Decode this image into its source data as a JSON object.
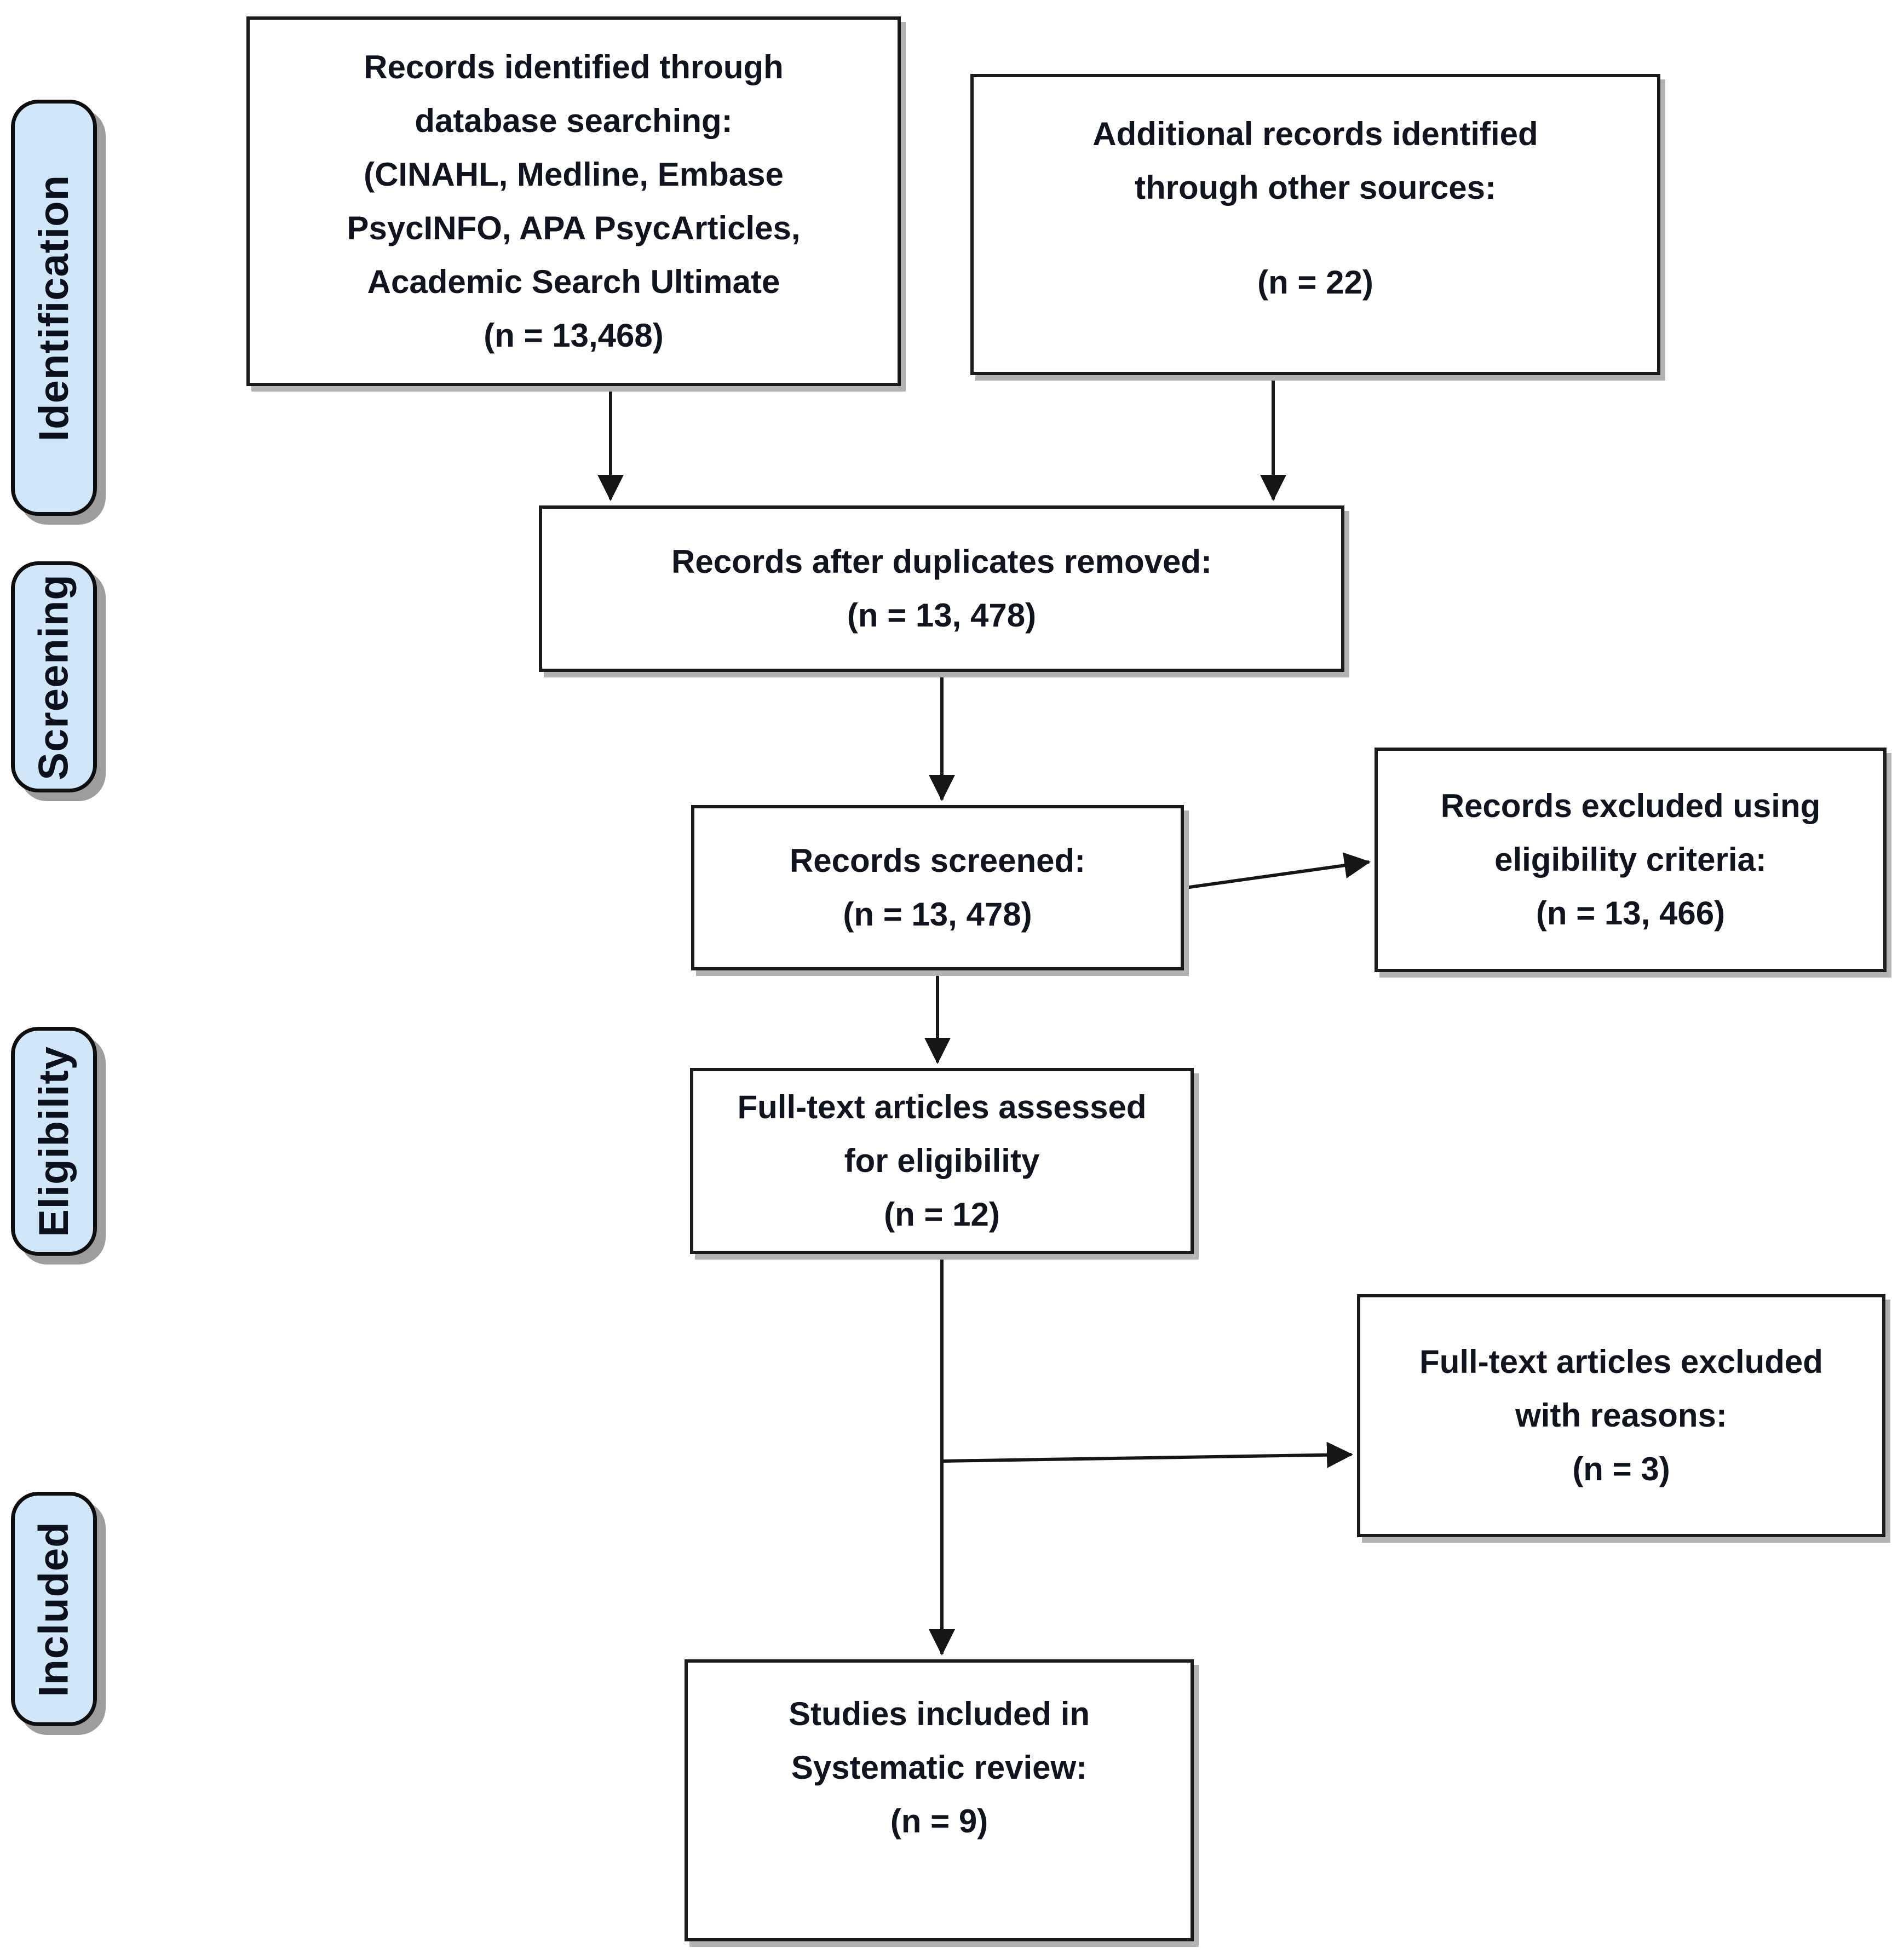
{
  "diagram": {
    "stages": {
      "identification": "Identification",
      "screening": "Screening",
      "eligibility": "Eligibility",
      "included": "Included"
    },
    "boxes": {
      "identified": {
        "lines": [
          "Records identified through",
          "database searching:",
          "(CINAHL, Medline, Embase",
          "PsycINFO, APA PsycArticles,",
          "Academic Search Ultimate",
          "(n = 13,468)"
        ]
      },
      "additional": {
        "lines": [
          "Additional records identified",
          "through other sources:"
        ],
        "count": "(n = 22)"
      },
      "duplicates": {
        "lines": [
          "Records after duplicates removed:",
          "(n = 13, 478)"
        ]
      },
      "screened": {
        "lines": [
          "Records screened:",
          "(n = 13, 478)"
        ]
      },
      "excluded": {
        "lines": [
          "Records excluded using",
          "eligibility criteria:",
          "(n = 13, 466)"
        ]
      },
      "fulltext": {
        "lines": [
          "Full-text articles assessed",
          "for eligibility",
          "(n = 12)"
        ]
      },
      "fulltext_excluded": {
        "lines": [
          "Full-text articles excluded",
          "with reasons:",
          "(n = 3)"
        ]
      },
      "included_studies": {
        "lines": [
          "Studies included in",
          "Systematic review:",
          "(n = 9)"
        ]
      }
    },
    "style": {
      "stage_fill": "#cfe7f8",
      "box_border": "#1b1b1b",
      "shadow": "#b3b3b3",
      "arrow": "#161616"
    }
  }
}
